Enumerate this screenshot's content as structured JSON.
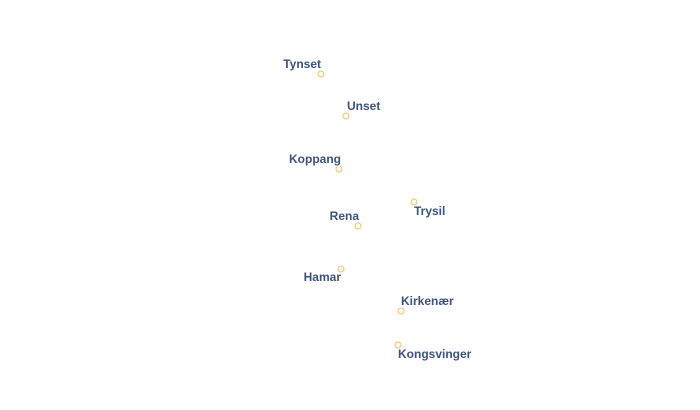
{
  "map": {
    "places": [
      {
        "id": "tynset",
        "name": "Tynset"
      },
      {
        "id": "unset",
        "name": "Unset"
      },
      {
        "id": "koppang",
        "name": "Koppang"
      },
      {
        "id": "trysil",
        "name": "Trysil"
      },
      {
        "id": "rena",
        "name": "Rena"
      },
      {
        "id": "hamar",
        "name": "Hamar"
      },
      {
        "id": "kirkenaer",
        "name": "Kirkenær"
      },
      {
        "id": "kongsvinger",
        "name": "Kongsvinger"
      }
    ],
    "colors": {
      "label": "#3a5285",
      "label_halo": "#ffffff",
      "marker_stroke": "#f3c25a",
      "background": "#ffffff"
    }
  }
}
